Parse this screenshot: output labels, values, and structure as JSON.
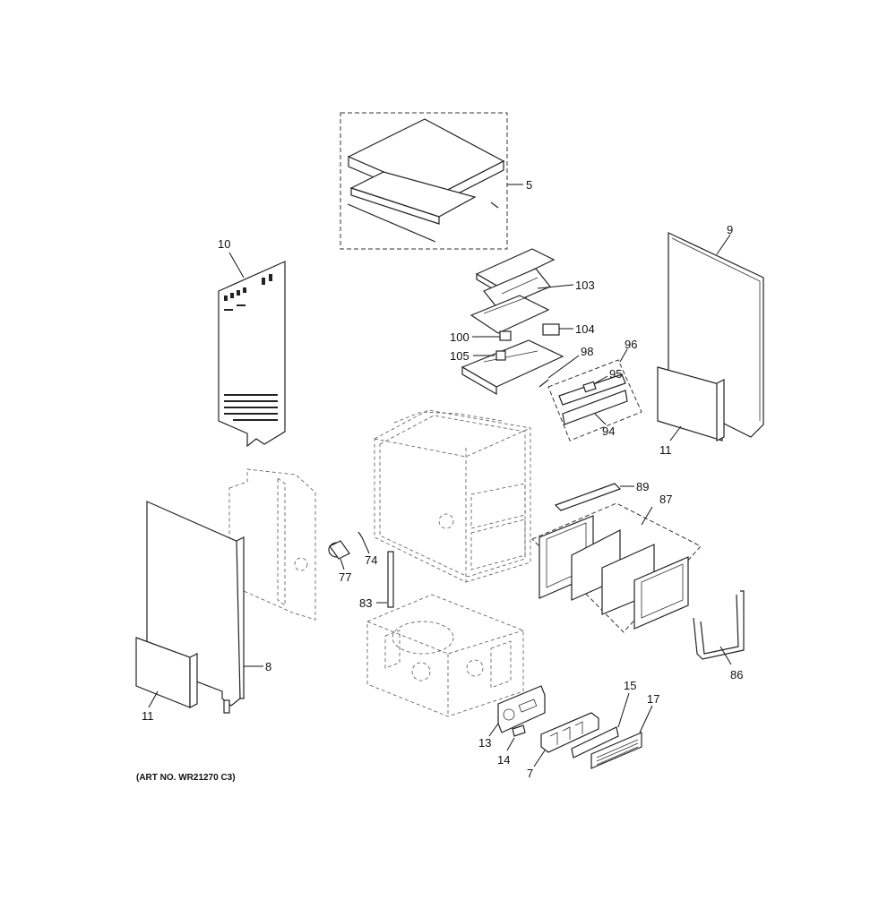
{
  "callouts": {
    "c5": "5",
    "c9": "9",
    "c10": "10",
    "c103": "103",
    "c104": "104",
    "c100": "100",
    "c105": "105",
    "c98": "98",
    "c96": "96",
    "c95": "95",
    "c94": "94",
    "c11a": "11",
    "c89": "89",
    "c87": "87",
    "c74": "74",
    "c77": "77",
    "c83": "83",
    "c86": "86",
    "c8": "8",
    "c11b": "11",
    "c15": "15",
    "c17": "17",
    "c13": "13",
    "c14": "14",
    "c7": "7"
  },
  "art_number": "(ART NO. WR21270 C3)"
}
